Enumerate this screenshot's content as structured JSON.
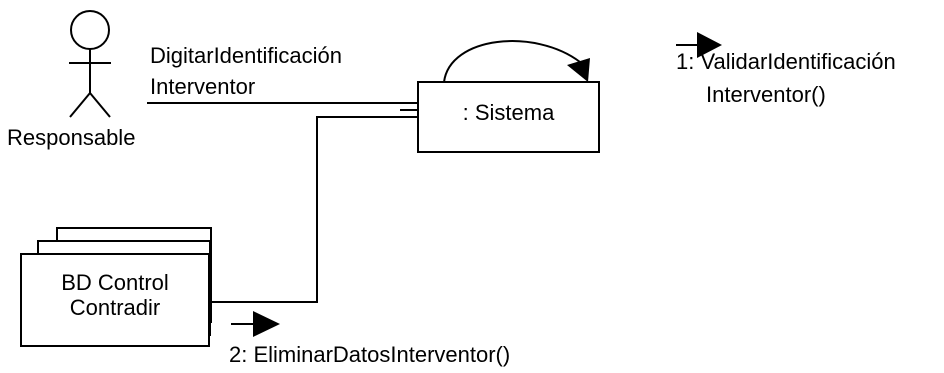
{
  "actor": {
    "name": "Responsable"
  },
  "sistema": {
    "label": ": Sistema"
  },
  "database": {
    "label_line1": "BD Control",
    "label_line2": "Contradir"
  },
  "links": {
    "actor_to_sistema": {
      "line1": "DigitarIdentificación",
      "line2": "Interventor"
    }
  },
  "messages": [
    {
      "line1": "1: ValidarIdentificación",
      "line2": "Interventor()"
    },
    {
      "line1": "2: EliminarDatosInterventor()"
    }
  ],
  "colors": {
    "stroke": "#000000",
    "background": "#ffffff"
  }
}
